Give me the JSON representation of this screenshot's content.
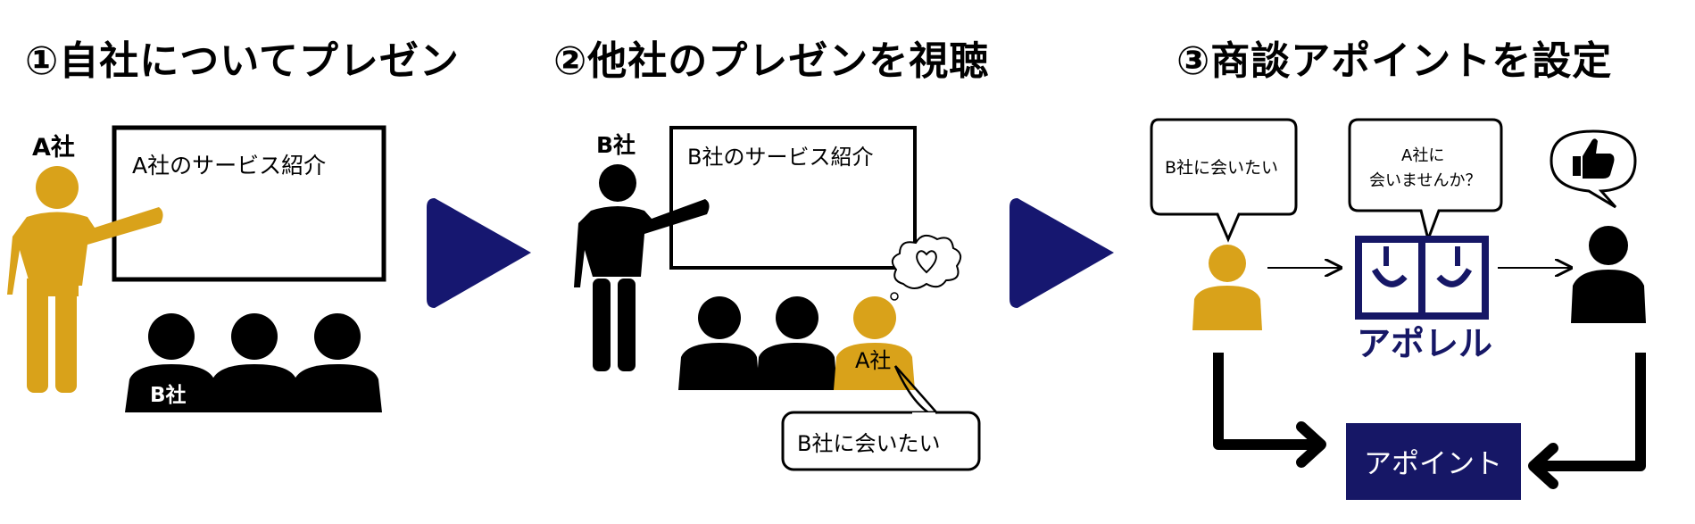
{
  "colors": {
    "gold": "#d9a21a",
    "black": "#000000",
    "navy": "#161766",
    "arrow": "#161770",
    "white": "#ffffff"
  },
  "steps": [
    {
      "title": "①自社についてプレゼン"
    },
    {
      "title": "②他社のプレゼンを視聴"
    },
    {
      "title": "③商談アポイントを設定"
    }
  ],
  "panel1": {
    "presenter_label": "A社",
    "board_text": "A社のサービス紹介",
    "audience_label": "B社"
  },
  "panel2": {
    "presenter_label": "B社",
    "board_text": "B社のサービス紹介",
    "audience_label": "A社",
    "bubble_text": "B社に会いたい"
  },
  "panel3": {
    "bubble_left": "B社に会いたい",
    "bubble_center_line1": "A社に",
    "bubble_center_line2": "会いませんか？",
    "logo_text": "アポレル",
    "appointment_label": "アポイント"
  },
  "icons": [
    "play-arrow-icon",
    "heart-icon",
    "thumbs-up-icon",
    "arrow-right-icon",
    "elbow-arrow-icon"
  ]
}
